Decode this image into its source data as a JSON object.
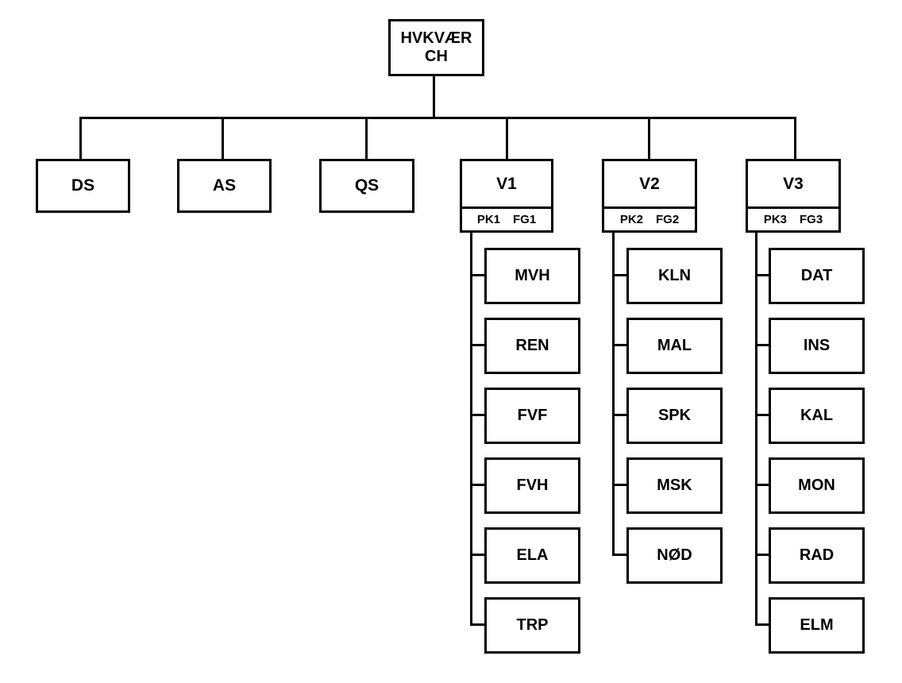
{
  "diagram": {
    "type": "org-chart",
    "root": {
      "label": "HVKVÆR CH",
      "lines": [
        "HVKVÆR",
        "CH"
      ]
    },
    "staff_units": [
      {
        "label": "DS"
      },
      {
        "label": "AS"
      },
      {
        "label": "QS"
      }
    ],
    "departments": [
      {
        "label": "V1",
        "tags": [
          "PK1",
          "FG1"
        ],
        "children": [
          "MVH",
          "REN",
          "FVF",
          "FVH",
          "ELA",
          "TRP"
        ]
      },
      {
        "label": "V2",
        "tags": [
          "PK2",
          "FG2"
        ],
        "children": [
          "KLN",
          "MAL",
          "SPK",
          "MSK",
          "NØD"
        ]
      },
      {
        "label": "V3",
        "tags": [
          "PK3",
          "FG3"
        ],
        "children": [
          "DAT",
          "INS",
          "KAL",
          "MON",
          "RAD",
          "ELM"
        ]
      }
    ],
    "colors": {
      "line": "#000000",
      "background": "#ffffff",
      "text": "#000000"
    }
  }
}
